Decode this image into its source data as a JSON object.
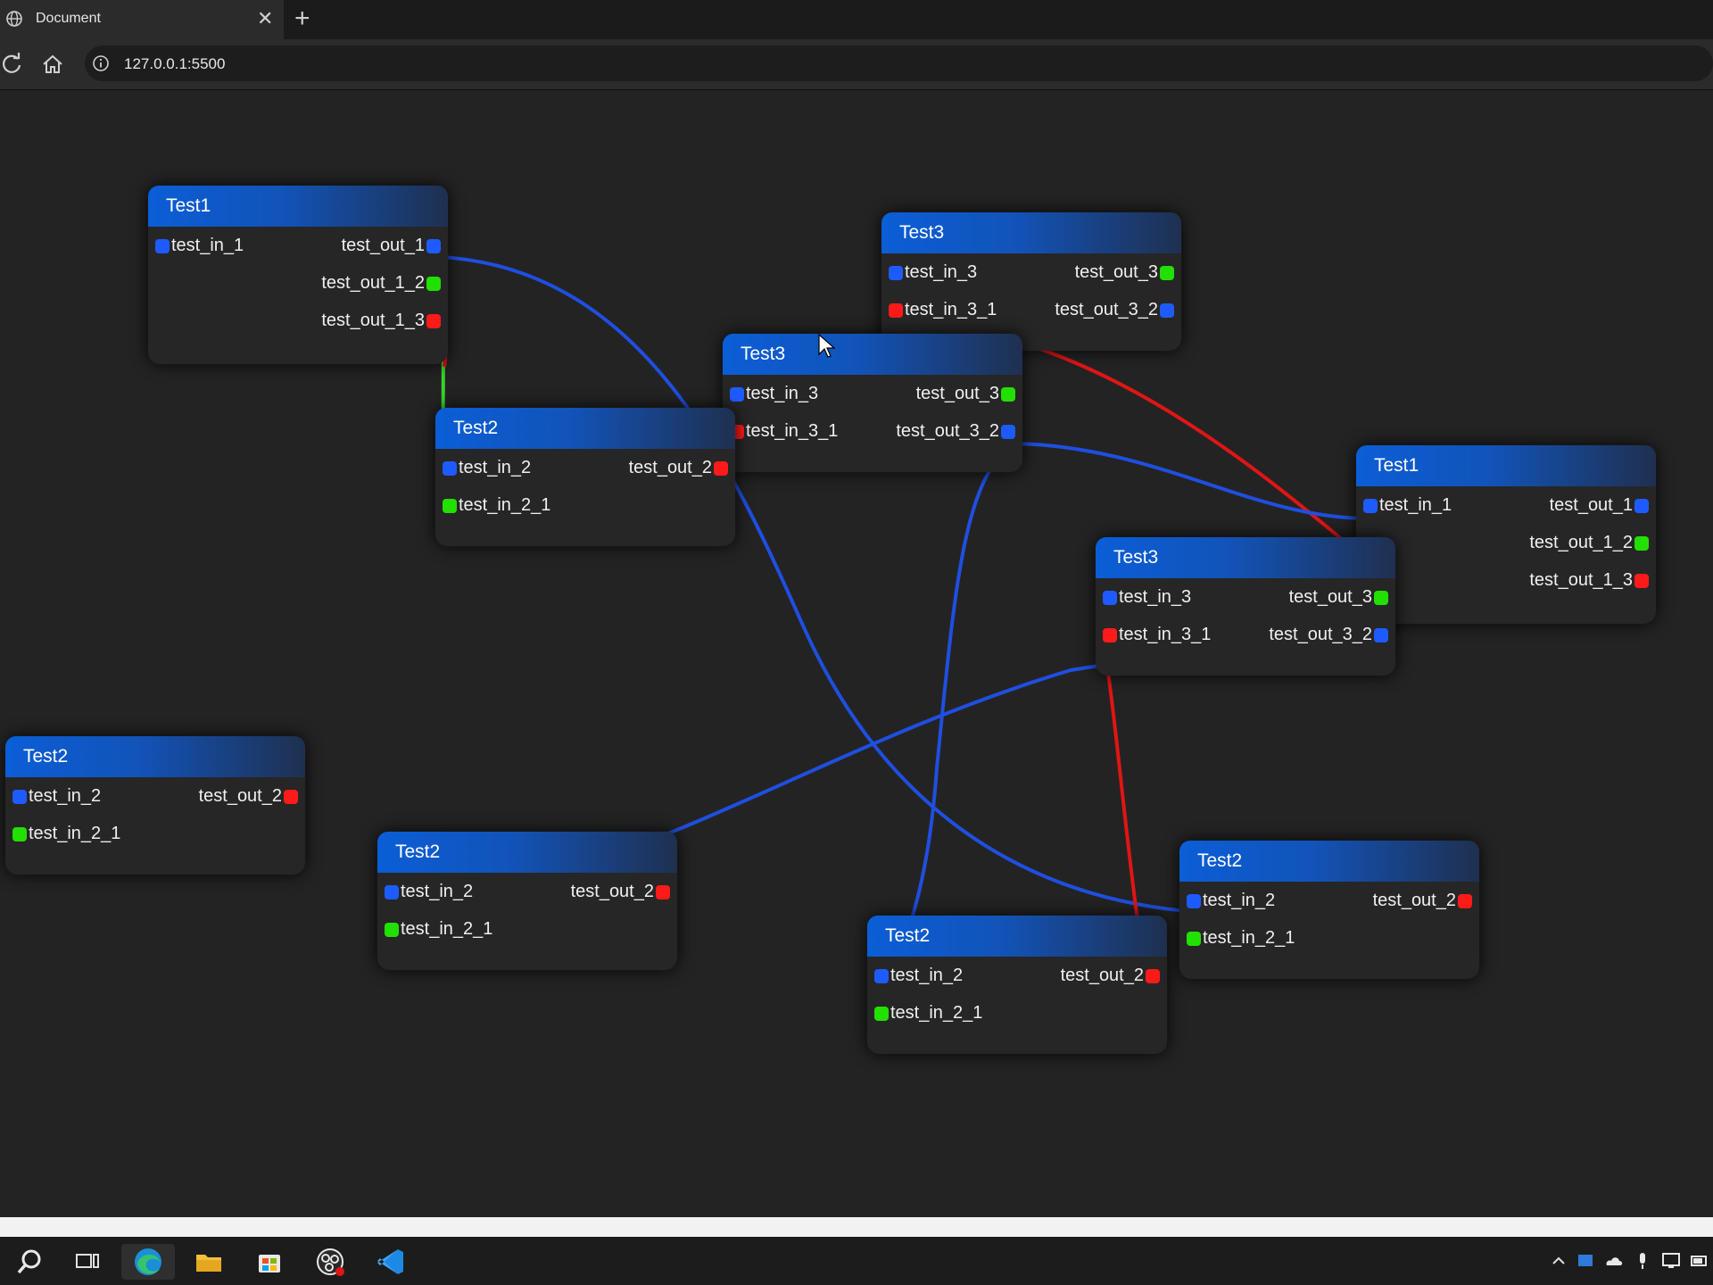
{
  "browser": {
    "tab_title": "Document",
    "url": "127.0.0.1:5500",
    "close_glyph": "✕",
    "newtab_glyph": "+"
  },
  "nodes": [
    {
      "title": "Test1",
      "inputs": [
        "test_in_1"
      ],
      "outputs": [
        "test_out_1",
        "test_out_1_2",
        "test_out_1_3"
      ]
    },
    {
      "title": "Test3",
      "inputs": [
        "test_in_3",
        "test_in_3_1"
      ],
      "outputs": [
        "test_out_3",
        "test_out_3_2"
      ]
    },
    {
      "title": "Test3",
      "inputs": [
        "test_in_3",
        "test_in_3_1"
      ],
      "outputs": [
        "test_out_3",
        "test_out_3_2"
      ]
    },
    {
      "title": "Test2",
      "inputs": [
        "test_in_2",
        "test_in_2_1"
      ],
      "outputs": [
        "test_out_2"
      ]
    },
    {
      "title": "Test1",
      "inputs": [
        "test_in_1"
      ],
      "outputs": [
        "test_out_1",
        "test_out_1_2",
        "test_out_1_3"
      ]
    },
    {
      "title": "Test3",
      "inputs": [
        "test_in_3",
        "test_in_3_1"
      ],
      "outputs": [
        "test_out_3",
        "test_out_3_2"
      ]
    },
    {
      "title": "Test2",
      "inputs": [
        "test_in_2",
        "test_in_2_1"
      ],
      "outputs": [
        "test_out_2"
      ]
    },
    {
      "title": "Test2",
      "inputs": [
        "test_in_2",
        "test_in_2_1"
      ],
      "outputs": [
        "test_out_2"
      ]
    },
    {
      "title": "Test2",
      "inputs": [
        "test_in_2",
        "test_in_2_1"
      ],
      "outputs": [
        "test_out_2"
      ]
    },
    {
      "title": "Test2",
      "inputs": [
        "test_in_2",
        "test_in_2_1"
      ],
      "outputs": [
        "test_out_2"
      ]
    }
  ],
  "colors": {
    "blue_port": "#1e5bff",
    "green_port": "#22e000",
    "red_port": "#ff1a1a",
    "blue_wire": "#1f4fe0",
    "red_wire": "#e01515",
    "green_wire": "#3ad22a"
  },
  "taskbar": {
    "icons": [
      "search-icon",
      "task-view-icon",
      "edge-icon",
      "file-explorer-icon",
      "store-icon",
      "obs-icon",
      "vscode-icon"
    ],
    "tray_icons": [
      "chevron-up-icon",
      "defender-icon",
      "onedrive-icon",
      "microphone-icon",
      "monitor-icon",
      "battery-icon"
    ]
  }
}
